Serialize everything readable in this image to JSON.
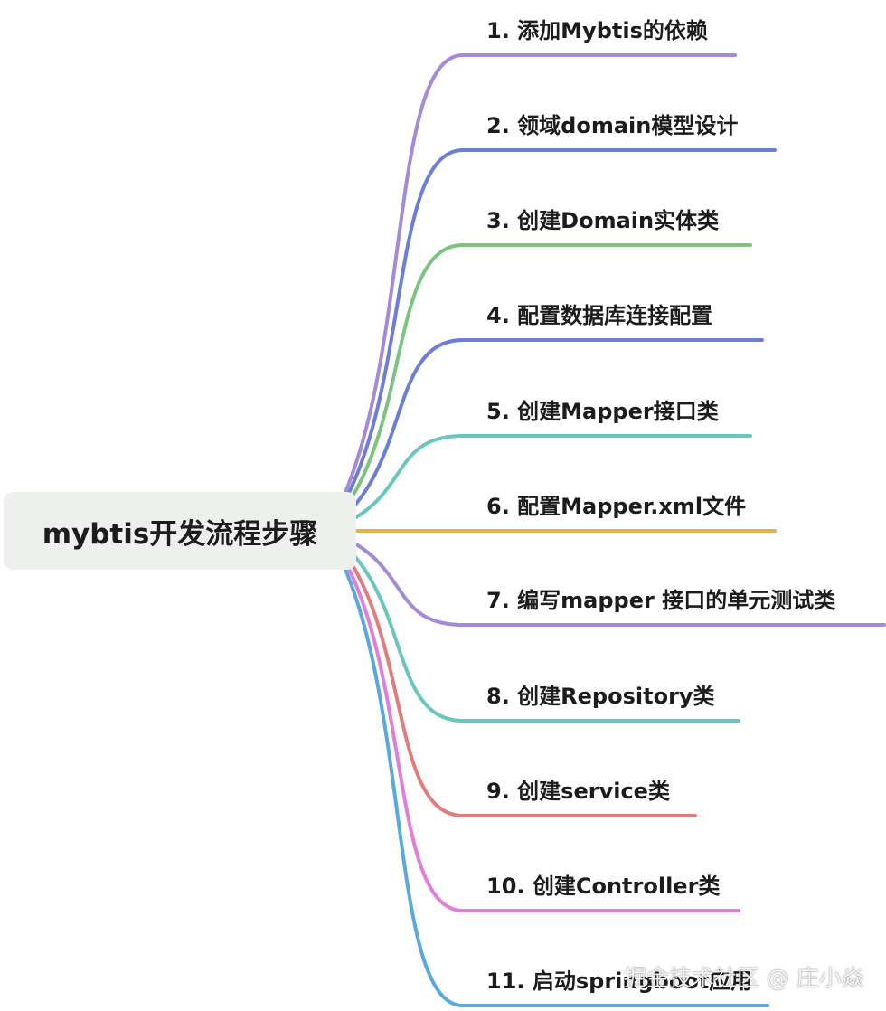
{
  "root": {
    "title": "mybtis开发流程步骤"
  },
  "branches": [
    {
      "label": "1. 添加Mybtis的依赖",
      "color": "#a48ad8"
    },
    {
      "label": "2. 领域domain模型设计",
      "color": "#6b7fd6"
    },
    {
      "label": "3. 创建Domain实体类",
      "color": "#7cc47f"
    },
    {
      "label": "4. 配置数据库连接配置",
      "color": "#6b7fd6"
    },
    {
      "label": "5. 创建Mapper接口类",
      "color": "#6cc6c0"
    },
    {
      "label": "6. 配置Mapper.xml文件",
      "color": "#e2b24f"
    },
    {
      "label": "7. 编写mapper 接口的单元测试类",
      "color": "#a48ad8"
    },
    {
      "label": "8. 创建Repository类",
      "color": "#6cc6c0"
    },
    {
      "label": "9. 创建service类",
      "color": "#e17d7d"
    },
    {
      "label": "10. 创建Controller类",
      "color": "#e07ed8"
    },
    {
      "label": "11. 启动springboot应用",
      "color": "#5aa8e0"
    }
  ],
  "watermark": {
    "text": "掘金技术社区 @ 庄小焱"
  }
}
